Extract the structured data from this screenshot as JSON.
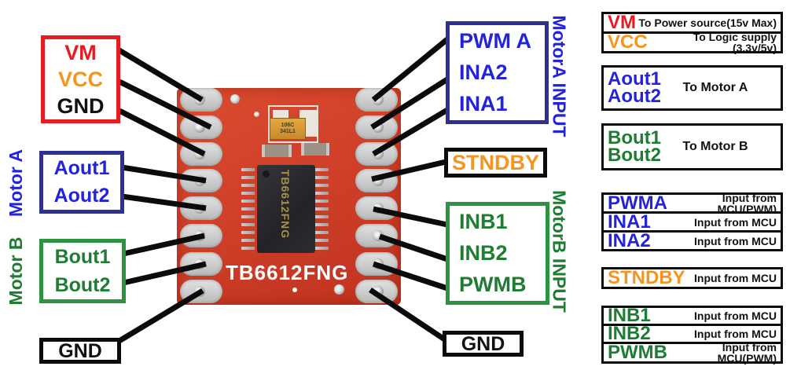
{
  "colors": {
    "red": "#e81b23",
    "orange": "#f7941d",
    "blue": "#2323dd",
    "navy_border": "#2e3192",
    "green": "#1e7d32",
    "green_border": "#2c9440",
    "board_red": "#d0402a",
    "wire_black": "#0b0b0b"
  },
  "pinout": {
    "power_box": {
      "pins": [
        "VM",
        "VCC",
        "GND"
      ]
    },
    "motor_a": {
      "group_label": "Motor A",
      "pins": [
        "Aout1",
        "Aout2"
      ]
    },
    "motor_b": {
      "group_label": "Motor B",
      "pins": [
        "Bout1",
        "Bout2"
      ]
    },
    "gnd_bottom_left": "GND",
    "motora_input": {
      "group_label": "MotorA INPUT",
      "pins": [
        "PWM A",
        "INA2",
        "INA1"
      ]
    },
    "stndby": "STNDBY",
    "motorb_input": {
      "group_label": "MotorB INPUT",
      "pins": [
        "INB1",
        "INB2",
        "PWMB"
      ]
    },
    "gnd_bottom_right": "GND"
  },
  "board": {
    "silkscreen": "TB6612FNG",
    "ic_marking": "TB6612FNG",
    "capacitor_marking_line1": "106C",
    "capacitor_marking_line2": "341L1"
  },
  "legend": {
    "power_rows": [
      {
        "pin": "VM",
        "desc": "To Power source(15v Max)"
      },
      {
        "pin": "VCC",
        "desc": "To Logic supply (3.3v/5v)"
      }
    ],
    "motor_a_row": {
      "pin_line1": "Aout1",
      "pin_line2": "Aout2",
      "desc": "To Motor A"
    },
    "motor_b_row": {
      "pin_line1": "Bout1",
      "pin_line2": "Bout2",
      "desc": "To Motor B"
    },
    "mcu_a_rows": [
      {
        "pin": "PWMA",
        "desc": "Input from MCU(PWM)"
      },
      {
        "pin": "INA1",
        "desc": "Input from MCU"
      },
      {
        "pin": "INA2",
        "desc": "Input from MCU"
      }
    ],
    "stndby_row": {
      "pin": "STNDBY",
      "desc": "Input from MCU"
    },
    "mcu_b_rows": [
      {
        "pin": "INB1",
        "desc": "Input from MCU"
      },
      {
        "pin": "INB2",
        "desc": "Input from MCU"
      },
      {
        "pin": "PWMB",
        "desc": "Input from MCU(PWM)"
      }
    ]
  }
}
